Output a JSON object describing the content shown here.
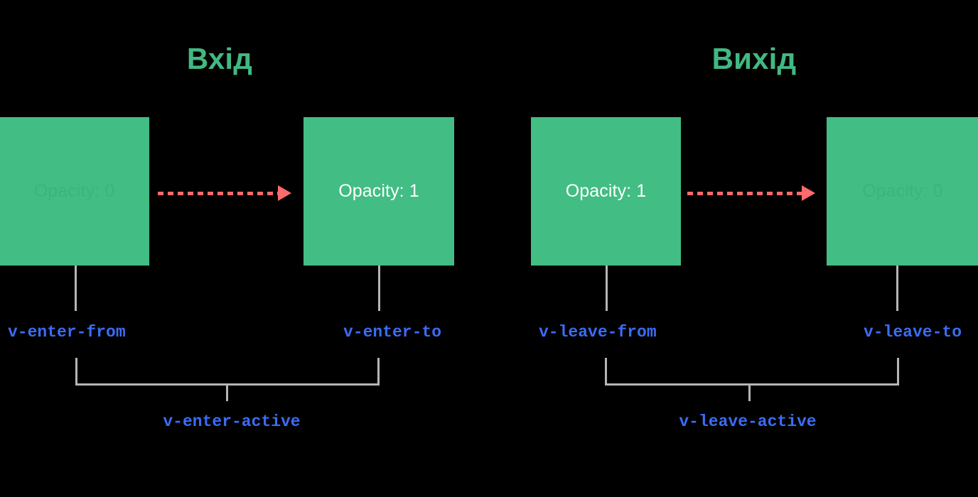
{
  "diagram": {
    "background_color": "#000000",
    "box_color": "#42bd84",
    "accent_green": "#42b883",
    "arrow_color": "#ff6b6b",
    "label_color": "#3b6cf5",
    "connector_color": "#b5b5b5"
  },
  "sections": [
    {
      "id": "enter",
      "title": "Вхід"
    },
    {
      "id": "leave",
      "title": "Вихід"
    }
  ],
  "boxes": [
    {
      "id": "enter-from",
      "label": "Opacity: 0",
      "faded": true
    },
    {
      "id": "enter-to",
      "label": "Opacity: 1",
      "faded": false
    },
    {
      "id": "leave-from",
      "label": "Opacity: 1",
      "faded": false
    },
    {
      "id": "leave-to",
      "label": "Opacity: 0",
      "faded": true
    }
  ],
  "class_labels": [
    {
      "id": "v-enter-from",
      "text": "v-enter-from"
    },
    {
      "id": "v-enter-to",
      "text": "v-enter-to"
    },
    {
      "id": "v-leave-from",
      "text": "v-leave-from"
    },
    {
      "id": "v-leave-to",
      "text": "v-leave-to"
    },
    {
      "id": "v-enter-active",
      "text": "v-enter-active"
    },
    {
      "id": "v-leave-active",
      "text": "v-leave-active"
    }
  ]
}
